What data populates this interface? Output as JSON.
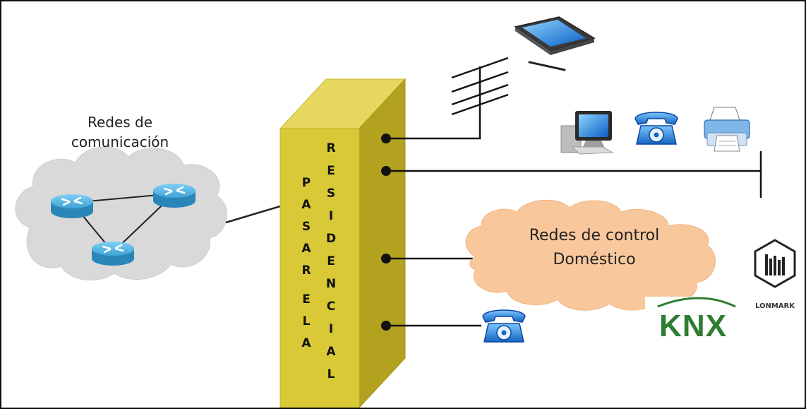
{
  "diagram": {
    "left_cloud": {
      "label_line1": "Redes de",
      "label_line2": "comunicación"
    },
    "gateway": {
      "word1": [
        "P",
        "A",
        "S",
        "A",
        "R",
        "E",
        "L",
        "A"
      ],
      "word2": [
        "R",
        "E",
        "S",
        "I",
        "D",
        "E",
        "N",
        "C",
        "I",
        "A",
        "L"
      ]
    },
    "right_cloud": {
      "label_line1": "Redes de control",
      "label_line2": "Doméstico"
    },
    "logos": {
      "lonmark": "LONMARK",
      "knx": "KNX"
    },
    "colors": {
      "gateway_front": "#d9c936",
      "gateway_side": "#b2a21f",
      "gateway_top": "#e6d85e",
      "left_cloud": "#d9d9d9",
      "right_cloud": "#f8c79c",
      "router": "#3fa2d6",
      "knx_green": "#2e7d32"
    },
    "icons": [
      "router-icon",
      "tablet-icon",
      "antenna-icon",
      "desktop-computer-icon",
      "telephone-icon",
      "printer-icon",
      "lonmark-logo",
      "knx-logo"
    ]
  }
}
